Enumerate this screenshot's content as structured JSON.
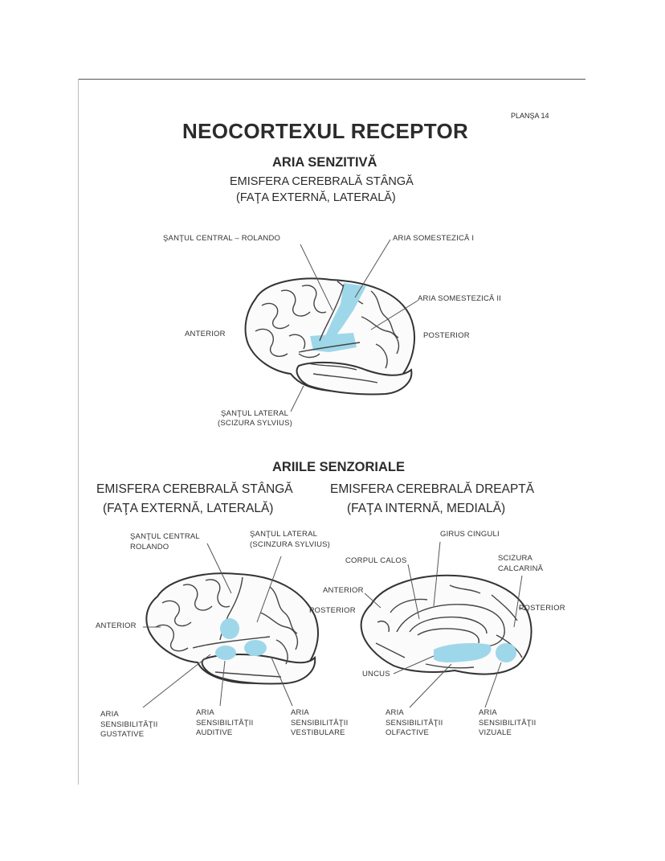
{
  "plate": "PLANŞA 14",
  "title": "NEOCORTEXUL RECEPTOR",
  "section1": {
    "heading": "ARIA SENZITIVĂ",
    "line1": "EMISFERA CEREBRALĂ STÂNGĂ",
    "line2": "(FAŢA EXTERNĂ, LATERALĂ)",
    "labels": {
      "santul_central": "ŞANŢUL CENTRAL – ROLANDO",
      "aria_somestezica_1": "ARIA SOMESTEZICĂ I",
      "aria_somestezica_2": "ARIA SOMESTEZICĂ II",
      "anterior": "ANTERIOR",
      "posterior": "POSTERIOR",
      "santul_lateral_1": "ŞANŢUL LATERAL",
      "santul_lateral_2": "(SCIZURA SYLVIUS)"
    }
  },
  "section2": {
    "heading": "ARIILE SENZORIALE",
    "left_hemi": {
      "line1": "EMISFERA CEREBRALĂ STÂNGĂ",
      "line2": "(FAŢA EXTERNĂ, LATERALĂ)",
      "labels": {
        "santul_central": "ŞANŢUL CENTRAL\nROLANDO",
        "santul_lateral": "ŞANŢUL LATERAL\n(SCINZURA SYLVIUS)",
        "anterior": "ANTERIOR",
        "gustative": "ARIA\nSENSIBILITĂŢII\nGUSTATIVE",
        "auditive": "ARIA\nSENSIBILITĂŢII\nAUDITIVE",
        "vestibulare": "ARIA\nSENSIBILITĂŢII\nVESTIBULARE"
      }
    },
    "right_hemi": {
      "line1": "EMISFERA CEREBRALĂ DREAPTĂ",
      "line2": "(FAŢA INTERNĂ, MEDIALĂ)",
      "labels": {
        "girus_cinguli": "GIRUS CINGULI",
        "corpul_calos": "CORPUL CALOS",
        "scizura_calcarina": "SCIZURA\nCALCARINĂ",
        "anterior": "ANTERIOR",
        "posterior_left": "POSTERIOR",
        "posterior_right": "POSTERIOR",
        "uncus": "UNCUS",
        "olfactive": "ARIA\nSENSIBILITĂŢII\nOLFACTIVE",
        "vizuale": "ARIA\nSENSIBILITĂŢII\nVIZUALE"
      }
    }
  },
  "colors": {
    "highlight": "#9fd7ea",
    "ink": "#2b2b2b"
  }
}
